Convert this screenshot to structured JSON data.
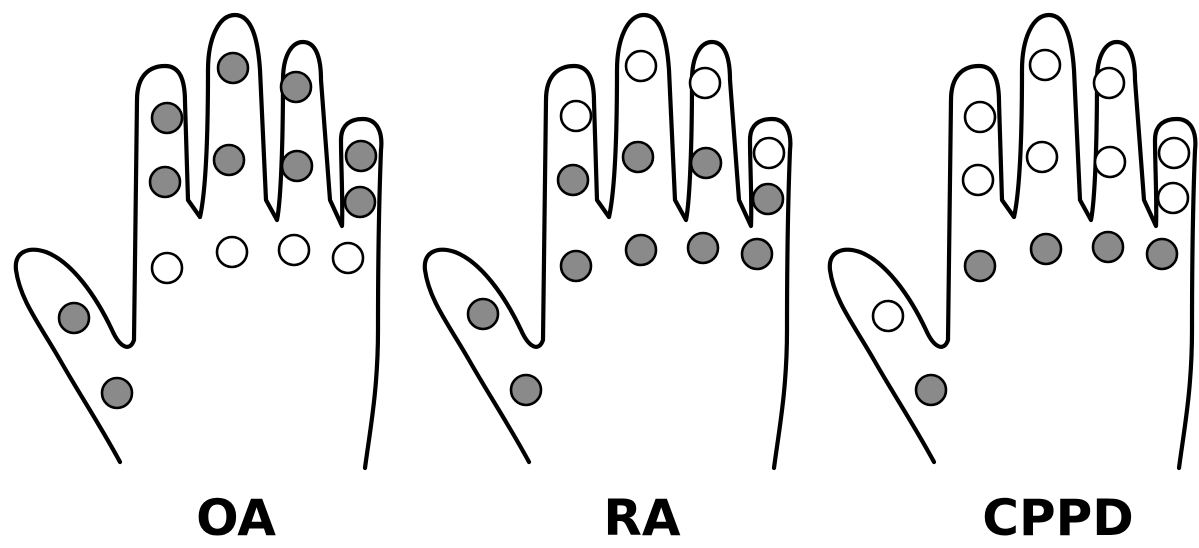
{
  "colors": {
    "involved_joint": "#8a8a8a",
    "spared_joint": "#ffffff",
    "outline": "#000000"
  },
  "panels": [
    {
      "label": "OA",
      "joints": {
        "thumb_ip": "involved",
        "thumb_mcp": "involved",
        "index_dip": "involved",
        "index_pip": "involved",
        "index_mcp": "spared",
        "middle_dip": "involved",
        "middle_pip": "involved",
        "middle_mcp": "spared",
        "ring_dip": "involved",
        "ring_pip": "involved",
        "ring_mcp": "spared",
        "little_dip": "involved",
        "little_pip": "involved",
        "little_mcp": "spared"
      }
    },
    {
      "label": "RA",
      "joints": {
        "thumb_ip": "involved",
        "thumb_mcp": "involved",
        "index_dip": "spared",
        "index_pip": "involved",
        "index_mcp": "involved",
        "middle_dip": "spared",
        "middle_pip": "involved",
        "middle_mcp": "involved",
        "ring_dip": "spared",
        "ring_pip": "involved",
        "ring_mcp": "involved",
        "little_dip": "spared",
        "little_pip": "involved",
        "little_mcp": "involved"
      }
    },
    {
      "label": "CPPD",
      "joints": {
        "thumb_ip": "spared",
        "thumb_mcp": "involved",
        "index_dip": "spared",
        "index_pip": "spared",
        "index_mcp": "involved",
        "middle_dip": "spared",
        "middle_pip": "spared",
        "middle_mcp": "involved",
        "ring_dip": "spared",
        "ring_pip": "spared",
        "ring_mcp": "involved",
        "little_dip": "spared",
        "little_pip": "spared",
        "little_mcp": "involved"
      }
    }
  ]
}
